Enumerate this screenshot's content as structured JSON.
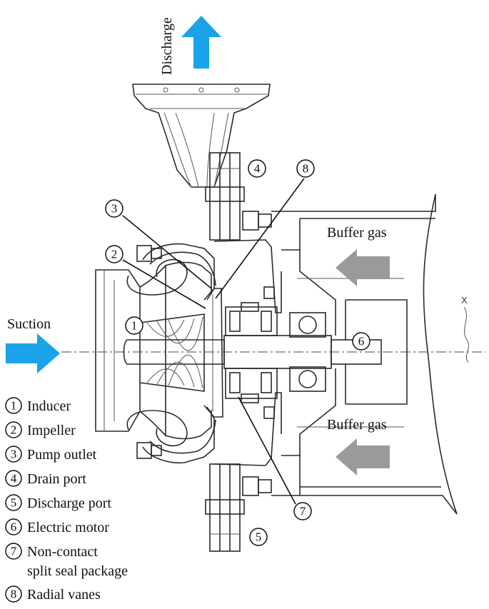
{
  "labels": {
    "discharge": "Discharge",
    "suction": "Suction",
    "buffer_gas_top": "Buffer gas",
    "buffer_gas_bottom": "Buffer gas",
    "x_mark": "X"
  },
  "callouts": [
    {
      "num": "1"
    },
    {
      "num": "2"
    },
    {
      "num": "3"
    },
    {
      "num": "4"
    },
    {
      "num": "5"
    },
    {
      "num": "6"
    },
    {
      "num": "7"
    },
    {
      "num": "8"
    }
  ],
  "legend": [
    {
      "num": "1",
      "text": "Inducer"
    },
    {
      "num": "2",
      "text": "Impeller"
    },
    {
      "num": "3",
      "text": "Pump outlet"
    },
    {
      "num": "4",
      "text": "Drain port"
    },
    {
      "num": "5",
      "text": "Discharge port"
    },
    {
      "num": "6",
      "text": "Electric motor"
    },
    {
      "num": "7",
      "text": "Non-contact",
      "text2": "split seal package"
    },
    {
      "num": "8",
      "text": "Radial vanes"
    }
  ],
  "colors": {
    "flow_arrow": "#1aa3e8",
    "buffer_arrow": "#9a9a9a",
    "line": "#2a2a2a"
  }
}
